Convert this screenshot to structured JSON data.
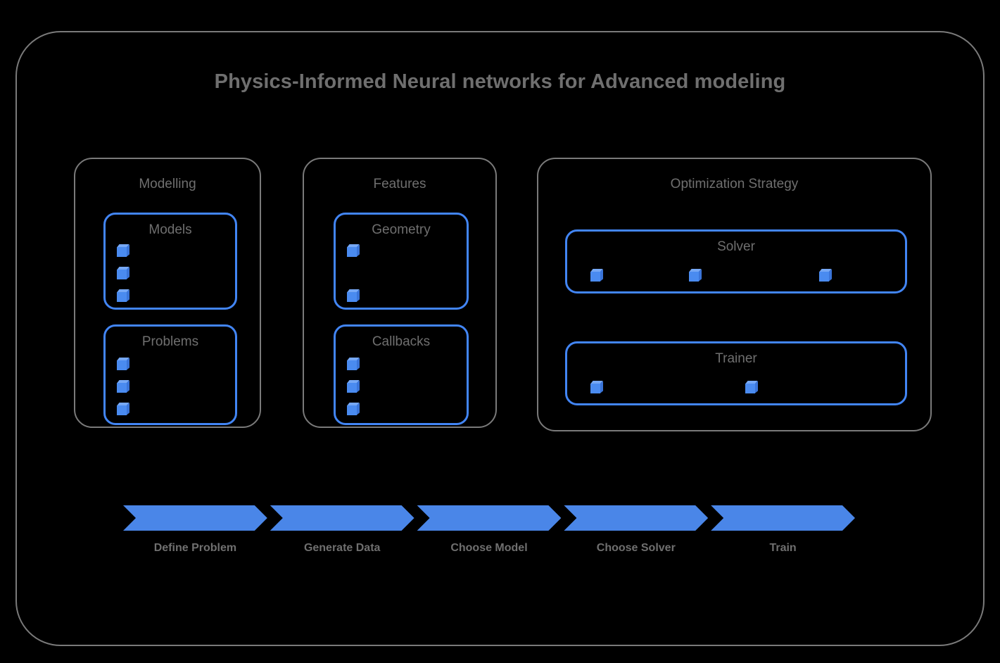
{
  "diagram": {
    "title": "Physics-Informed Neural networks for Advanced modeling",
    "frame_border_color": "#7a7a7a",
    "accent_color": "#4285f4",
    "text_color": "#6f6f6f",
    "background_color": "#000000"
  },
  "groups": [
    {
      "id": "modelling",
      "title": "Modelling",
      "boxes": [
        {
          "id": "models",
          "title": "Models",
          "bullet_count": 3
        },
        {
          "id": "problems",
          "title": "Problems",
          "bullet_count": 3
        }
      ]
    },
    {
      "id": "features",
      "title": "Features",
      "boxes": [
        {
          "id": "geometry",
          "title": "Geometry",
          "bullet_count": 2
        },
        {
          "id": "callbacks",
          "title": "Callbacks",
          "bullet_count": 3
        }
      ]
    },
    {
      "id": "optimization",
      "title": "Optimization Strategy",
      "boxes": [
        {
          "id": "solver",
          "title": "Solver",
          "bullet_count": 3
        },
        {
          "id": "trainer",
          "title": "Trainer",
          "bullet_count": 2
        }
      ]
    }
  ],
  "pipeline": {
    "steps": [
      {
        "label": "Define Problem"
      },
      {
        "label": "Generate Data"
      },
      {
        "label": "Choose Model"
      },
      {
        "label": "Choose Solver"
      },
      {
        "label": "Train"
      }
    ],
    "arrow_color": "#4a86e8"
  }
}
